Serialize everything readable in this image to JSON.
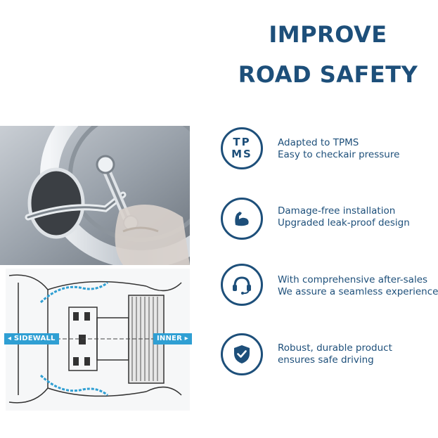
{
  "header": {
    "line1": "IMPROVE",
    "line2": "ROAD SAFETY"
  },
  "diagram": {
    "left_label": "SIDEWALL",
    "right_label": "INNER"
  },
  "features": [
    {
      "icon": "tpms-icon",
      "icon_text_top": "TP",
      "icon_text_bottom": "MS",
      "line1": "Adapted to TPMS",
      "line2": "Easy to checkair pressure"
    },
    {
      "icon": "muscle-arm-icon",
      "line1": "Damage-free installation",
      "line2": "Upgraded leak-proof design"
    },
    {
      "icon": "headset-icon",
      "line1": "With comprehensive after-sales",
      "line2": "We assure a seamless experience"
    },
    {
      "icon": "shield-check-icon",
      "line1": "Robust, durable product",
      "line2": "ensures safe driving"
    }
  ],
  "colors": {
    "primary": "#1d4f7a",
    "tag": "#2f9fd3"
  }
}
